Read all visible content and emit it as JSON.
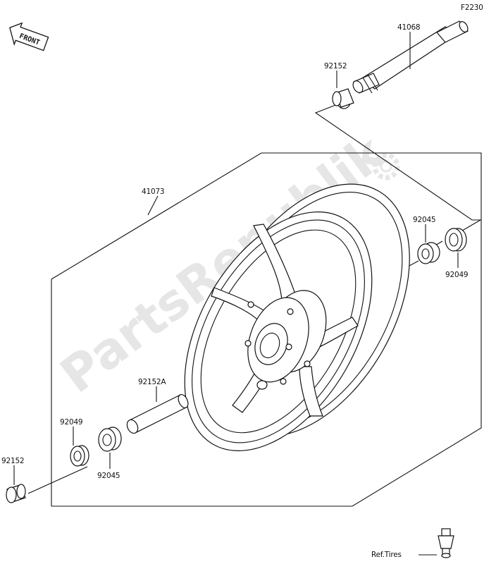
{
  "diagram_code": "F2230",
  "front_badge": "FRONT",
  "watermark": "PartsRepublik",
  "labels": {
    "axle": "41068",
    "collar_top": "92152",
    "wheel": "41073",
    "bearing_right": "92045",
    "seal_right": "92049",
    "sleeve": "92152A",
    "seal_left": "92049",
    "bearing_left": "92045",
    "collar_left": "92152",
    "ref_tires": "Ref.Tires"
  }
}
